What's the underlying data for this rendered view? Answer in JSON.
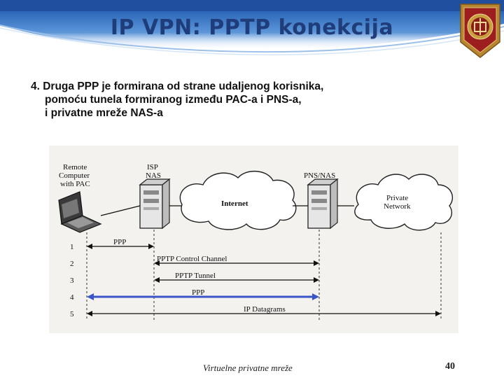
{
  "header": {
    "title": "IP VPN: PPTP konekcija"
  },
  "content": {
    "lines": [
      "4. Druga PPP je formirana od strane udaljenog korisnika,",
      "pomoću tunela formiranog između PAC-a i PNS-a,",
      "i privatne mreže NAS-a"
    ]
  },
  "diagram": {
    "remote_label_1": "Remote",
    "remote_label_2": "Computer",
    "remote_label_3": "with PAC",
    "isp_label_1": "ISP",
    "isp_label_2": "NAS",
    "pns_label": "PNS/NAS",
    "internet_label": "Internet",
    "private_label_1": "Private",
    "private_label_2": "Network",
    "steps": [
      "1",
      "2",
      "3",
      "4",
      "5"
    ],
    "flows": [
      "PPP",
      "PPTP Control Channel",
      "PPTP Tunnel",
      "PPP",
      "IP Datagrams"
    ],
    "highlight_color": "#3a55c8"
  },
  "footer": {
    "text": "Virtuelne privatne mreže",
    "page": "40"
  }
}
